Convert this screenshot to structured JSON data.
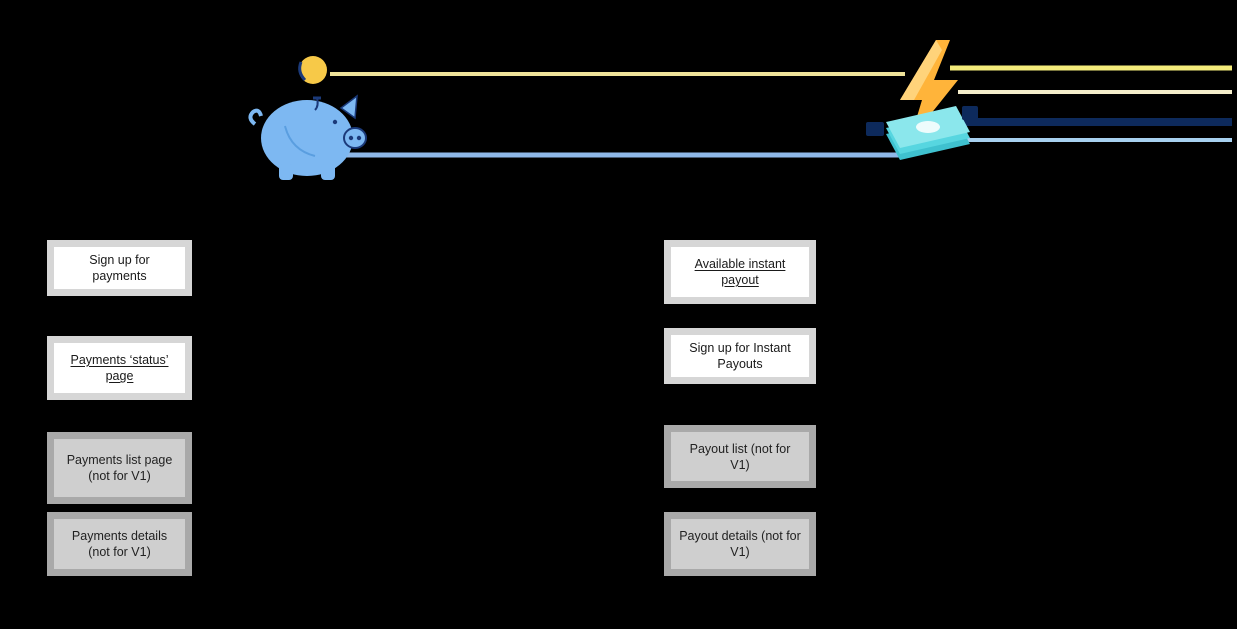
{
  "left_column": {
    "cards": [
      {
        "label": "Sign up for payments",
        "state": "active",
        "underlined": false
      },
      {
        "label": "Payments ‘status’ page",
        "state": "active",
        "underlined": true
      },
      {
        "label": "Payments list page (not for V1)",
        "state": "disabled",
        "underlined": false
      },
      {
        "label": "Payments details (not for V1)",
        "state": "disabled",
        "underlined": false
      }
    ]
  },
  "right_column": {
    "cards": [
      {
        "label": "Available instant payout",
        "state": "active",
        "underlined": true
      },
      {
        "label": "Sign up for Instant Payouts",
        "state": "active",
        "underlined": false
      },
      {
        "label": "Payout list (not for V1)",
        "state": "disabled",
        "underlined": false
      },
      {
        "label": "Payout details (not for V1)",
        "state": "disabled",
        "underlined": false
      }
    ]
  },
  "colors": {
    "background": "#000000",
    "piggy_blue": "#7db8f2",
    "coin_yellow": "#f7c948",
    "line_yellow": "#f2e08a",
    "line_blue": "#8fb8e8",
    "money_teal": "#57d6e0",
    "bolt_orange": "#ffb43a"
  },
  "icons": [
    "piggy-bank-icon",
    "coin-icon",
    "lightning-icon",
    "money-stack-icon"
  ]
}
